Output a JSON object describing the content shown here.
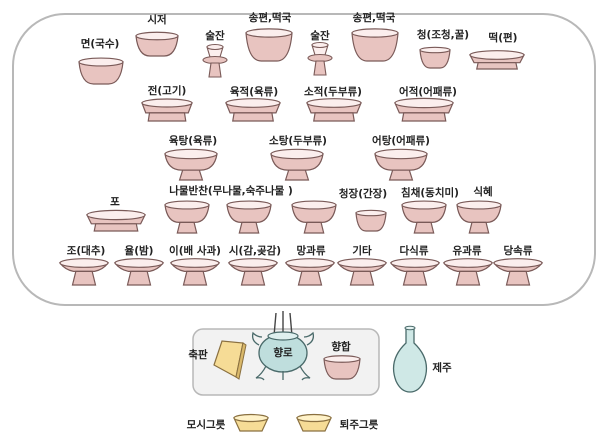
{
  "colors": {
    "vessel_fill": "#e8c4c0",
    "vessel_stroke": "#7a5a58",
    "altar_bg": "#f2f2f2",
    "altar_stroke": "#b8b8b8",
    "censer_fill": "#bfdedd",
    "censer_stroke": "#4a6a6a",
    "wine_bottle_fill": "#cfe8e6",
    "prayer_board_fill": "#f6dc96",
    "basket_fill": "#f6dc96",
    "label_color": "#222222"
  },
  "labels": {
    "myeon": "면(국수)",
    "siju": "시저",
    "suljan_left": "술잔",
    "songpyeon_left": "송편,떡국",
    "suljan_right": "술잔",
    "songpyeon_right": "송편,떡국",
    "cheong": "청(조청,꿀)",
    "tteok": "떡(편)",
    "jeon": "전(고기)",
    "yukjeok": "육적(육류)",
    "sojeok": "소적(두부류)",
    "eojeok": "어적(어패류)",
    "yuktang": "육탕(육류)",
    "sotang": "소탕(두부류)",
    "eotang": "어탕(어패류)",
    "po": "포",
    "namul": "나물반찬(무나물,숙주나물 )",
    "cheongjang": "청장(간장)",
    "chimchae": "침채(동치미)",
    "sikhye": "식혜",
    "jo": "조(대추)",
    "yul": "율(밤)",
    "i": "이(배 사과)",
    "si": "시(감,곶감)",
    "manggwa": "망과류",
    "gita": "기타",
    "dasik": "다식류",
    "yugwa": "유과류",
    "dangsok": "당속류",
    "chukpan": "축판",
    "hyangro": "향로",
    "hyanghap": "향합",
    "jeju": "제주",
    "mosi": "모시그릇",
    "toeju": "퇴주그릇"
  }
}
